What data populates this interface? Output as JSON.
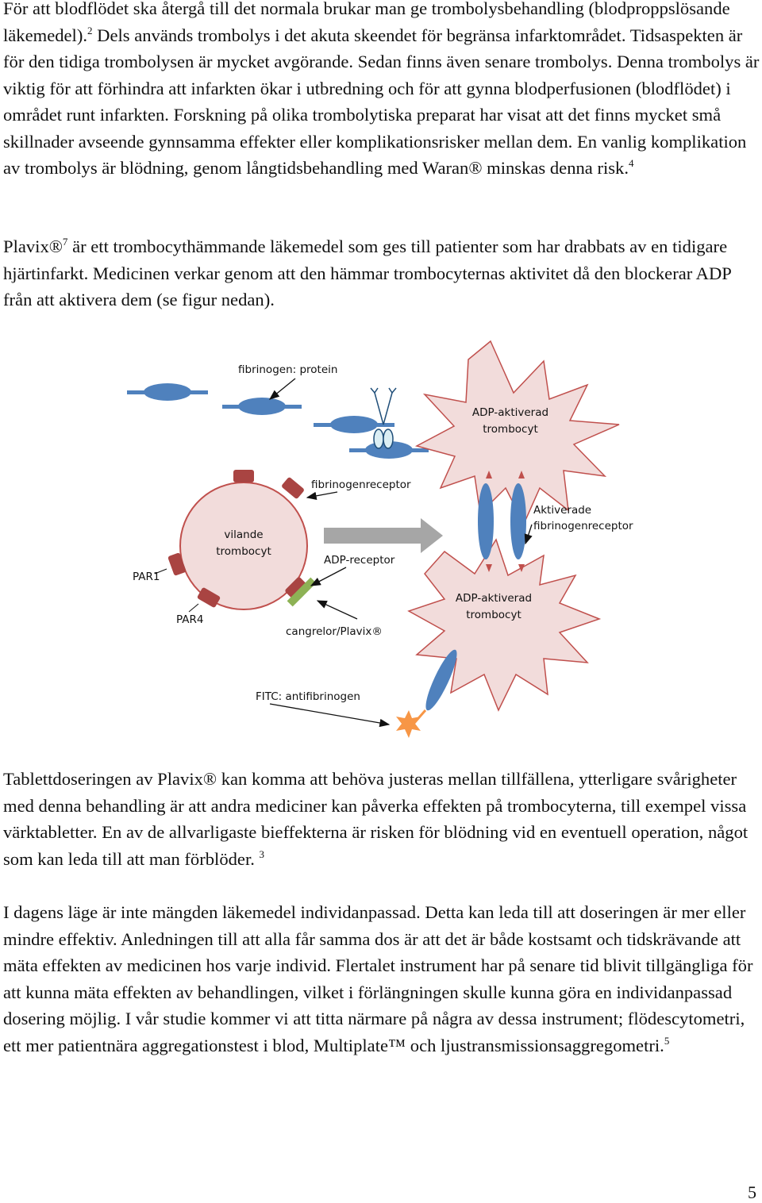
{
  "paragraphs": {
    "p1": {
      "text_a": "För att blodflödet ska återgå till det normala brukar man ge trombolysbehandling (blodproppslösande läkemedel).",
      "ref_a": "2",
      "text_b": " Dels används trombolys i det akuta skeendet för begränsa infarktområdet. Tidsaspekten är för den tidiga trombolysen är mycket avgörande. Sedan finns även senare trombolys. Denna trombolys är viktig för att förhindra att infarkten ökar i utbredning och för att gynna blodperfusionen (blodflödet) i området runt infarkten. Forskning på olika trombolytiska preparat har visat att det finns mycket små skillnader avseende gynnsamma effekter eller komplikationsrisker mellan dem. En vanlig komplikation av trombolys är blödning, genom långtidsbehandling med Waran® minskas denna risk.",
      "ref_b": "4"
    },
    "p2": {
      "text_a": "Plavix®",
      "ref_a": "7",
      "text_b": " är ett trombocythämmande läkemedel som ges till patienter som har drabbats av en tidigare hjärtinfarkt. Medicinen verkar genom att den hämmar trombocyternas aktivitet då den blockerar ADP från att aktivera dem (se figur nedan)."
    },
    "p3": {
      "text_a": "Tablettdoseringen av Plavix® kan komma att behöva justeras mellan tillfällena, ytterligare svårigheter med denna behandling är att andra mediciner kan påverka effekten på trombocyterna, till exempel vissa värktabletter. En av de allvarligaste bieffekterna är risken för blödning vid en eventuell operation, något som kan leda till att man förblöder. ",
      "ref_a": "3"
    },
    "p4": {
      "text_a": "I dagens läge är inte mängden läkemedel individanpassad. Detta kan leda till att doseringen är mer eller mindre effektiv. Anledningen till att alla får samma dos är att det är både kostsamt och tidskrävande att mäta effekten av medicinen hos varje individ. Flertalet instrument har på senare tid blivit tillgängliga för att kunna mäta effekten av behandlingen, vilket i förlängningen skulle kunna göra en individanpassad dosering möjlig. I vår studie kommer vi att titta närmare på några av dessa instrument; flödescytometri, ett mer patientnära aggregationstest i blod, Multiplate™ och ljustransmissionsaggregometri.",
      "ref_a": "5"
    }
  },
  "figure": {
    "labels": {
      "fibrinogen": "fibrinogen: protein",
      "fibrinogen_receptor": "fibrinogenreceptor",
      "resting_line1": "vilande",
      "resting_line2": "trombocyt",
      "adp_receptor": "ADP-receptor",
      "par1": "PAR1",
      "par4": "PAR4",
      "cangrelor": "cangrelor/Plavix®",
      "fitc": "FITC: antifibrinogen",
      "activated_top_line1": "ADP-aktiverad",
      "activated_top_line2": "trombocyt",
      "activated_bottom_line1": "ADP-aktiverad",
      "activated_bottom_line2": "trombocyt",
      "activated_receptor_line1": "Aktiverade",
      "activated_receptor_line2": "fibrinogenreceptor"
    },
    "icons": [
      "scissors-icon",
      "starburst-icon",
      "arrow-icon"
    ],
    "colors": {
      "cell_fill": "#f2dcdb",
      "cell_stroke": "#c0504d",
      "receptor": "#a94442",
      "fibrinogen": "#4f81bd",
      "plavix_bar": "#8db255",
      "arrow_gray": "#a6a6a6",
      "fitc_star": "#f79646"
    }
  },
  "page_number": "5"
}
